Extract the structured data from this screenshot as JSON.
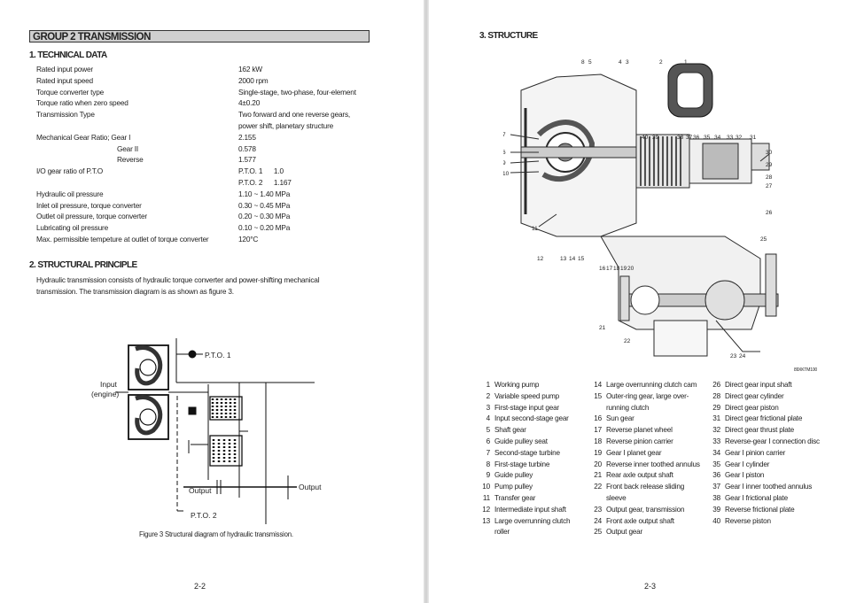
{
  "left_page": {
    "group_title": "GROUP 2 TRANSMISSION",
    "section1_title": "1. TECHNICAL DATA",
    "technical_data": [
      {
        "label": "Rated input power",
        "value": "162 kW"
      },
      {
        "label": "Rated input speed",
        "value": "2000 rpm"
      },
      {
        "label": "Torque converter type",
        "value": "Single-stage, two-phase, four-element"
      },
      {
        "label": "Torque ratio when zero speed",
        "value": "4±0.20"
      },
      {
        "label": "Transmission Type",
        "value": "Two forward and one reverse gears,"
      },
      {
        "label": "",
        "value": "power shift, planetary structure"
      },
      {
        "label": "Mechanical Gear Ratio; Gear I",
        "value": "2.155"
      },
      {
        "label": "Gear II",
        "value": "0.578"
      },
      {
        "label": "Reverse",
        "value": "1.577"
      },
      {
        "label": "I/O gear ratio of P.T.O",
        "value": "P.T.O. 1      1.0"
      },
      {
        "label": "",
        "value": "P.T.O. 2      1.167"
      },
      {
        "label": "Hydraulic oil pressure",
        "value": "1.10 ~ 1.40 MPa"
      },
      {
        "label": "Inlet oil pressure, torque converter",
        "value": "0.30 ~ 0.45 MPa"
      },
      {
        "label": "Outlet oil pressure, torque converter",
        "value": "0.20 ~ 0.30 MPa"
      },
      {
        "label": "Lubricating oil pressure",
        "value": "0.10 ~ 0.20 MPa"
      },
      {
        "label": "Max. permissible tempeture at outlet of torque converter",
        "value": "120°C"
      }
    ],
    "section2_title": "2. STRUCTURAL PRINCIPLE",
    "paragraph": [
      "Hydraulic transmission consists of hydraulic torque converter and power-shifting mechanical",
      "transmission. The transmission diagram is as shown as figure 3."
    ],
    "diagram_labels": {
      "pto1": "P.T.O. 1",
      "input": "Input",
      "engine": "(engine)",
      "output_left": "Output",
      "output_right": "Output",
      "pto2": "P.T.O. 2"
    },
    "figure_caption": "Figure 3  Structural diagram of hydraulic transmission.",
    "page_number": "2-2"
  },
  "right_page": {
    "section_title": "3. STRUCTURE",
    "drawing_code": "89XKTM100",
    "callouts_top": [
      "8",
      "5",
      "4",
      "3",
      "2",
      "1"
    ],
    "callouts_mid": [
      "40",
      "39",
      "38",
      "37",
      "36",
      "35",
      "34",
      "33",
      "32",
      "31"
    ],
    "callouts_left": [
      "7",
      "6",
      "9",
      "10",
      "11",
      "12",
      "13",
      "14",
      "15"
    ],
    "callouts_bottom": [
      "16",
      "17",
      "18",
      "19",
      "20",
      "21",
      "22",
      "23",
      "24",
      "25",
      "26",
      "27",
      "28",
      "29",
      "30"
    ],
    "legend_col1": [
      {
        "n": "1",
        "t": "Working pump"
      },
      {
        "n": "2",
        "t": "Variable speed pump"
      },
      {
        "n": "3",
        "t": "First-stage input gear"
      },
      {
        "n": "4",
        "t": "Input second-stage gear"
      },
      {
        "n": "5",
        "t": "Shaft gear"
      },
      {
        "n": "6",
        "t": "Guide pulley seat"
      },
      {
        "n": "7",
        "t": "Second-stage turbine"
      },
      {
        "n": "8",
        "t": "First-stage turbine"
      },
      {
        "n": "9",
        "t": "Guide pulley"
      },
      {
        "n": "10",
        "t": "Pump pulley"
      },
      {
        "n": "11",
        "t": "Transfer gear"
      },
      {
        "n": "12",
        "t": "Intermediate input shaft"
      },
      {
        "n": "13",
        "t": "Large overrunning clutch"
      },
      {
        "n": "",
        "t": "roller"
      }
    ],
    "legend_col2": [
      {
        "n": "14",
        "t": "Large overrunning clutch cam"
      },
      {
        "n": "15",
        "t": "Outer-ring gear, large over-"
      },
      {
        "n": "",
        "t": "running clutch"
      },
      {
        "n": "16",
        "t": "Sun gear"
      },
      {
        "n": "17",
        "t": "Reverse planet wheel"
      },
      {
        "n": "18",
        "t": "Reverse pinion carrier"
      },
      {
        "n": "19",
        "t": "Gear I planet gear"
      },
      {
        "n": "20",
        "t": "Reverse inner toothed annulus"
      },
      {
        "n": "21",
        "t": "Rear axle output shaft"
      },
      {
        "n": "22",
        "t": "Front back release sliding"
      },
      {
        "n": "",
        "t": "sleeve"
      },
      {
        "n": "23",
        "t": "Output gear, transmission"
      },
      {
        "n": "24",
        "t": "Front axle output shaft"
      },
      {
        "n": "25",
        "t": "Output gear"
      }
    ],
    "legend_col3": [
      {
        "n": "26",
        "t": "Direct gear input shaft"
      },
      {
        "n": "28",
        "t": "Direct gear cylinder"
      },
      {
        "n": "29",
        "t": "Direct gear piston"
      },
      {
        "n": "31",
        "t": "Direct gear frictional plate"
      },
      {
        "n": "32",
        "t": "Direct gear thrust plate"
      },
      {
        "n": "33",
        "t": "Reverse-gear I connection disc"
      },
      {
        "n": "34",
        "t": "Gear I pinion carrier"
      },
      {
        "n": "35",
        "t": "Gear I cylinder"
      },
      {
        "n": "36",
        "t": "Gear I piston"
      },
      {
        "n": "37",
        "t": "Gear I inner toothed annulus"
      },
      {
        "n": "38",
        "t": "Gear I frictional plate"
      },
      {
        "n": "39",
        "t": "Reverse frictional plate"
      },
      {
        "n": "40",
        "t": "Reverse piston"
      }
    ],
    "page_number": "2-3"
  }
}
